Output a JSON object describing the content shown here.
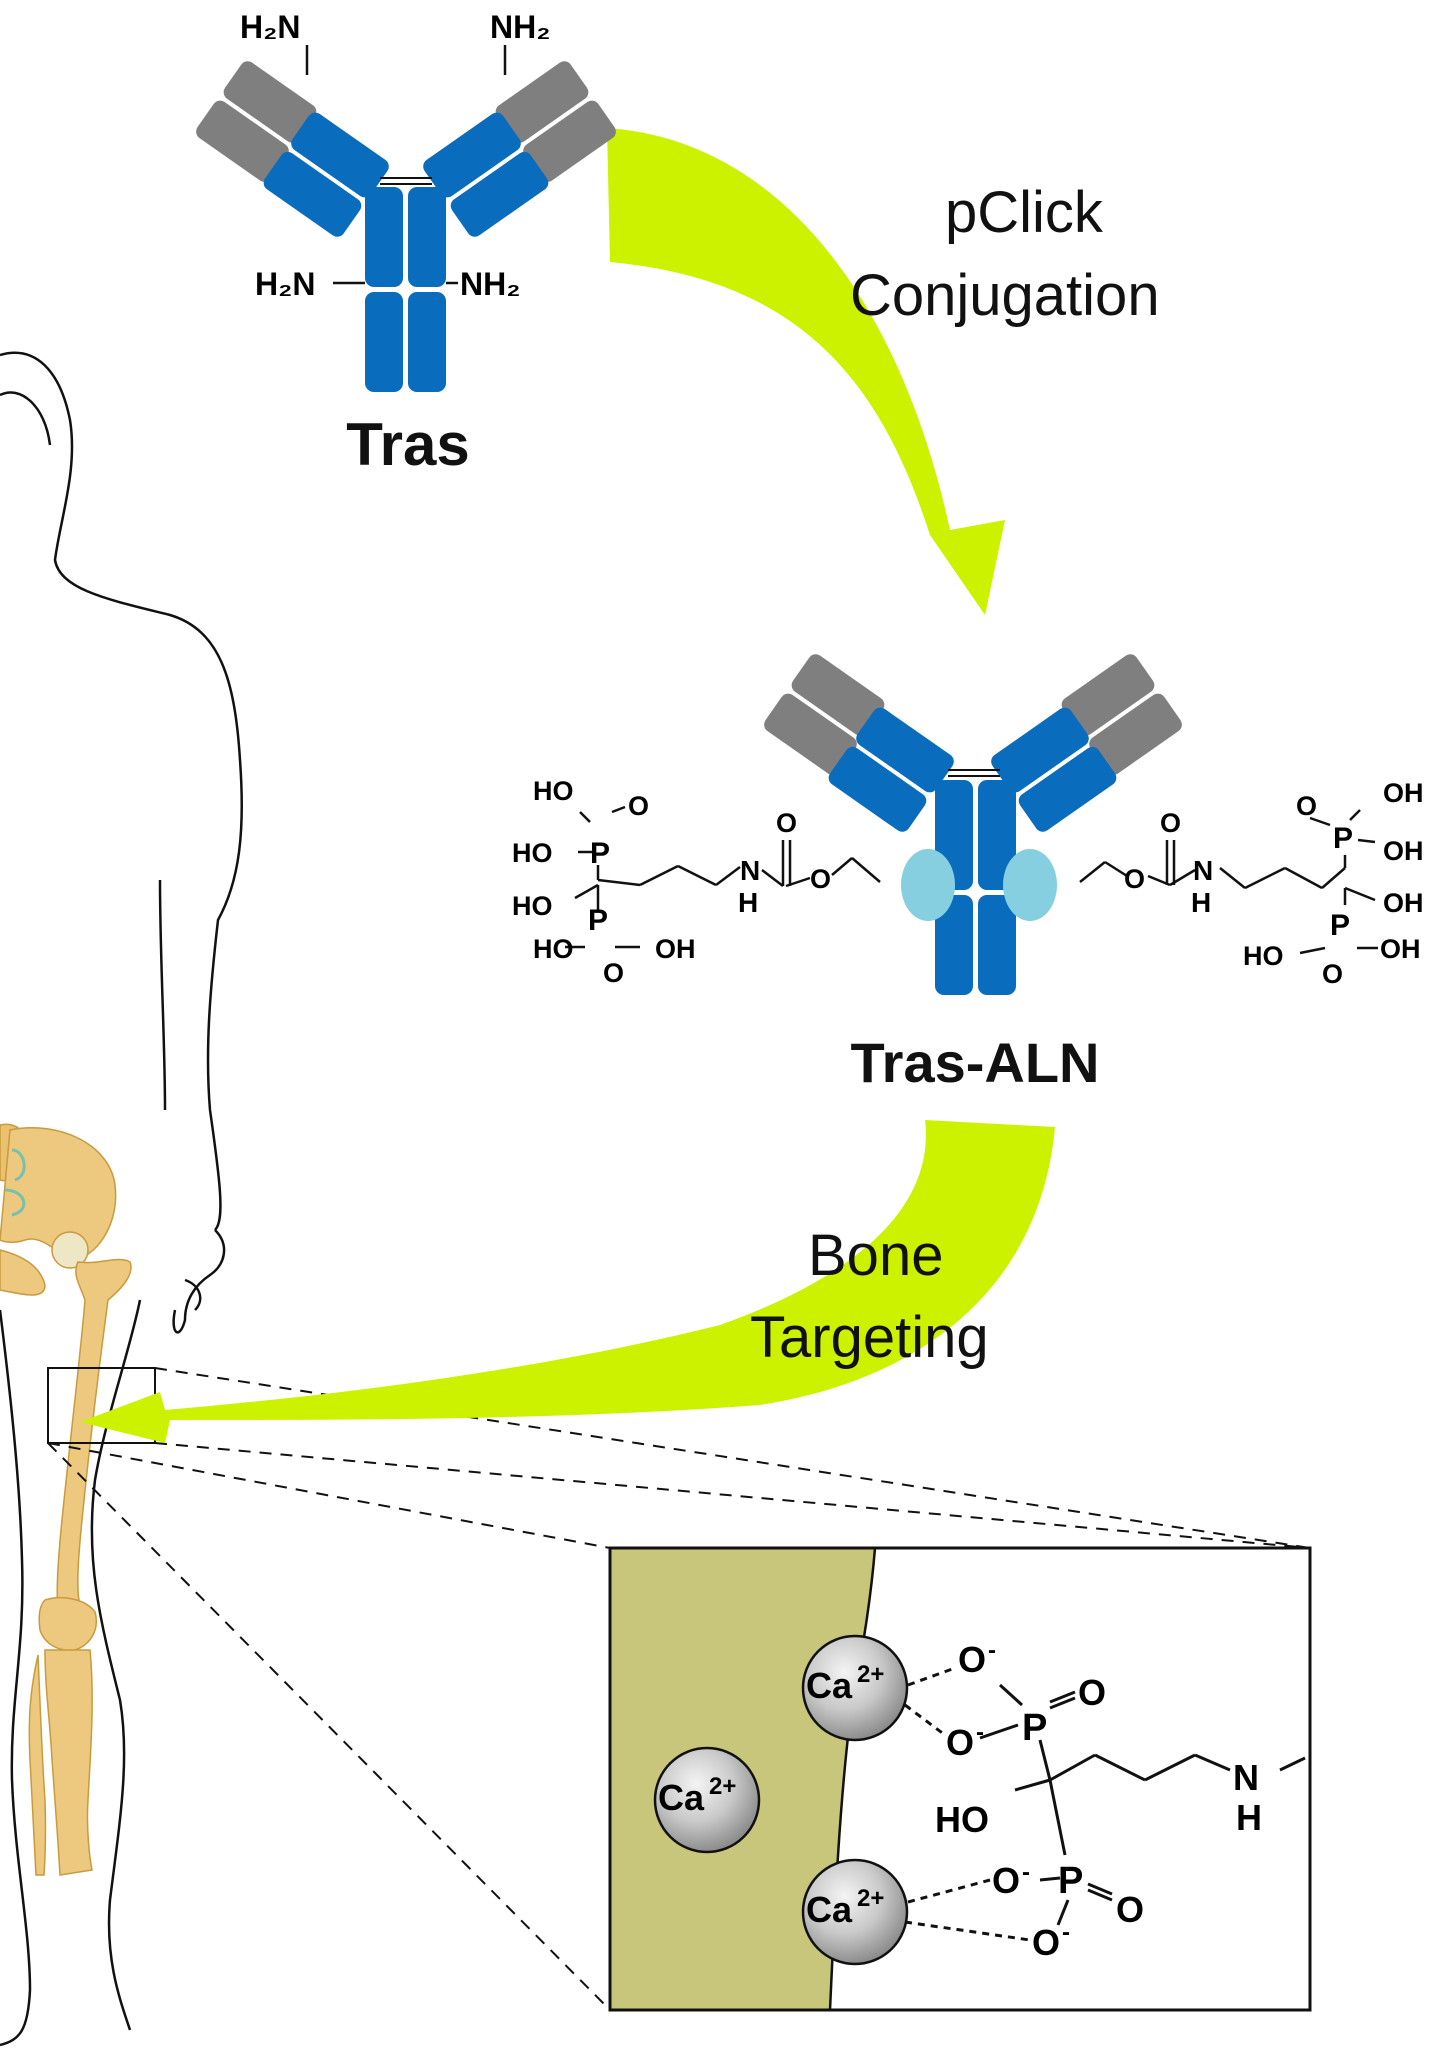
{
  "antibody_native": {
    "name": "Tras",
    "amine_top_left": "H₂N",
    "amine_top_right": "NH₂",
    "amine_mid_left": "H₂N",
    "amine_mid_right": "NH₂"
  },
  "step1": {
    "line1": "pClick",
    "line2": "Conjugation"
  },
  "antibody_conjugate": {
    "name": "Tras-ALN",
    "left_linker": {
      "ho1": "HO",
      "o1": "O",
      "p1": "P",
      "ho2": "HO",
      "ho3": "HO",
      "p2": "P",
      "ho4": "HO",
      "oh4": "OH",
      "o2": "O",
      "n": "N",
      "h": "H",
      "carbonyl_o": "O",
      "ester_o": "O"
    },
    "right_linker": {
      "oh1": "OH",
      "o1": "O",
      "p1": "P",
      "oh2": "OH",
      "oh3": "OH",
      "p2": "P",
      "ho4": "HO",
      "oh4": "OH",
      "o2": "O",
      "n": "N",
      "h": "H",
      "carbonyl_o": "O",
      "ester_o": "O"
    }
  },
  "step2": {
    "line1": "Bone",
    "line2": "Targeting"
  },
  "inset": {
    "ion_label": "Ca",
    "ion_charge": "2+",
    "ho": "HO",
    "p_top": "P",
    "p_bottom": "P",
    "o": "O",
    "o_minus": "-",
    "n": "N",
    "h": "H"
  },
  "colors": {
    "heavy_chain": "#0a6cbc",
    "light_chain_constant": "#0a6cbc",
    "variable": "#7f7f7f",
    "conjugation_site": "#86cfe0",
    "arrow": "#ccf200",
    "bone": "#ecc97e",
    "bone_tissue": "#c7c67a"
  }
}
